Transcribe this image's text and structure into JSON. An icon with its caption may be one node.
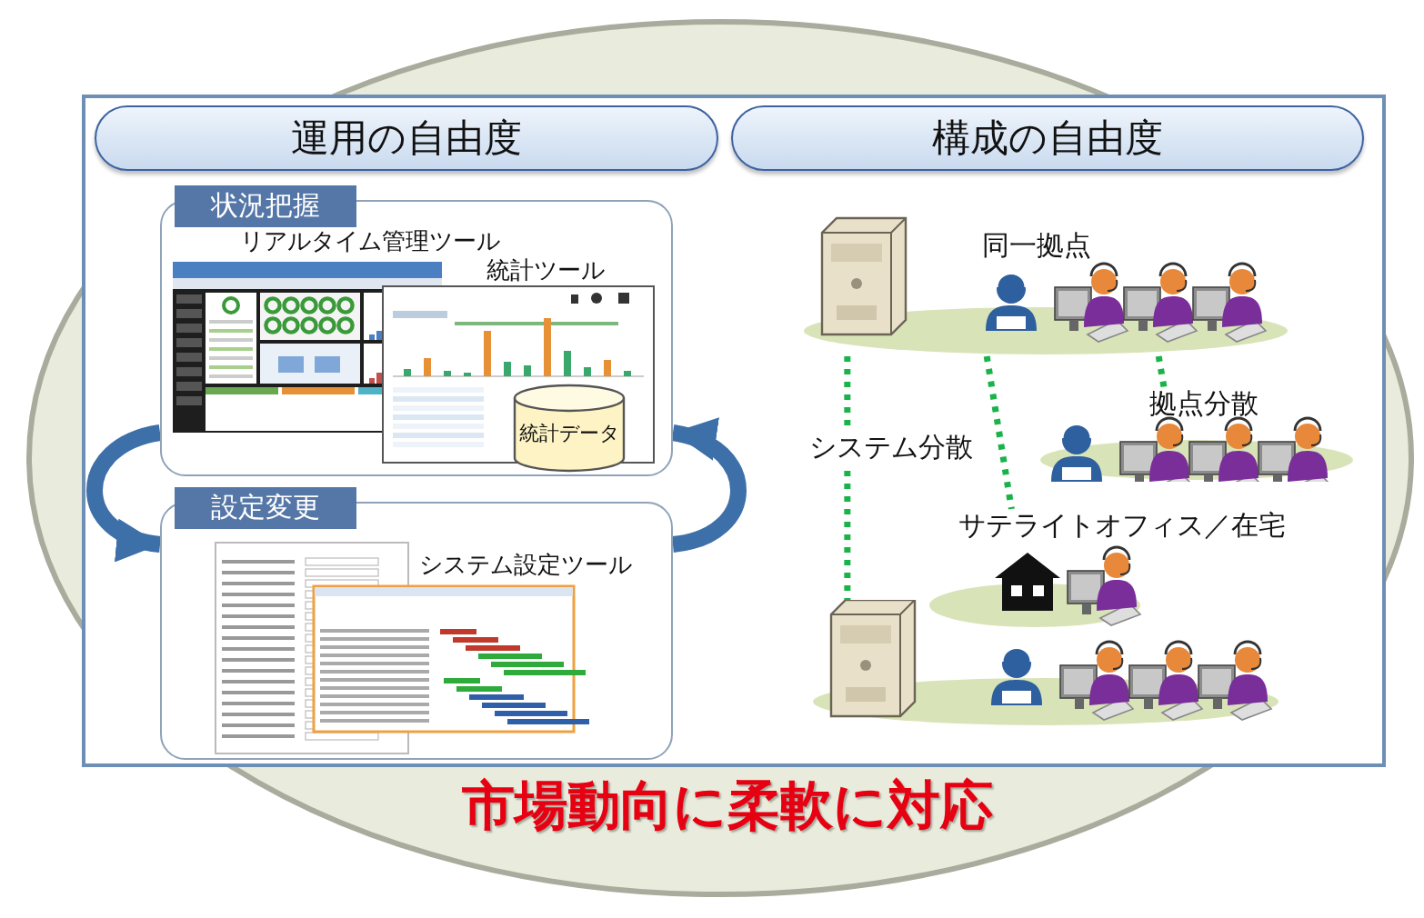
{
  "diagram": {
    "caption": "市場動向に柔軟に対応",
    "nodes": [
      {
        "text": [
          "運用の自由度"
        ]
      },
      {
        "text": [
          "構成の自由度"
        ]
      },
      {
        "text": [
          "状況把握"
        ]
      },
      {
        "text": [
          "リアルタイム管理ツール"
        ],
        "in": 2
      },
      {
        "text": [
          "統計ツール"
        ],
        "in": 2
      },
      {
        "text": [
          "統計データ"
        ],
        "in": 2
      },
      {
        "text": [
          "設定変更"
        ]
      },
      {
        "text": [
          "システム設定ツール"
        ],
        "in": 6
      },
      {
        "text": [
          "同一拠点"
        ]
      },
      {
        "text": [
          "拠点分散"
        ]
      },
      {
        "text": [
          "サテライトオフィス／在宅"
        ]
      },
      {
        "text": [],
        "shape": "ellipse"
      }
    ],
    "edges": [
      {
        "from": 2,
        "to": 6,
        "arrow": "to",
        "style": "thick",
        "color": "#3d6fa8"
      },
      {
        "from": 6,
        "to": 2,
        "arrow": "to",
        "style": "thick",
        "color": "#3d6fa8"
      },
      {
        "from": 8,
        "to": 11,
        "arrow": "none",
        "style": "dashed",
        "color": "#19b34a",
        "label": "システム分散"
      },
      {
        "from": 8,
        "to": 10,
        "arrow": "none",
        "style": "dashed",
        "color": "#19b34a"
      },
      {
        "from": 8,
        "to": 9,
        "arrow": "none",
        "style": "dashed",
        "color": "#19b34a"
      }
    ]
  }
}
